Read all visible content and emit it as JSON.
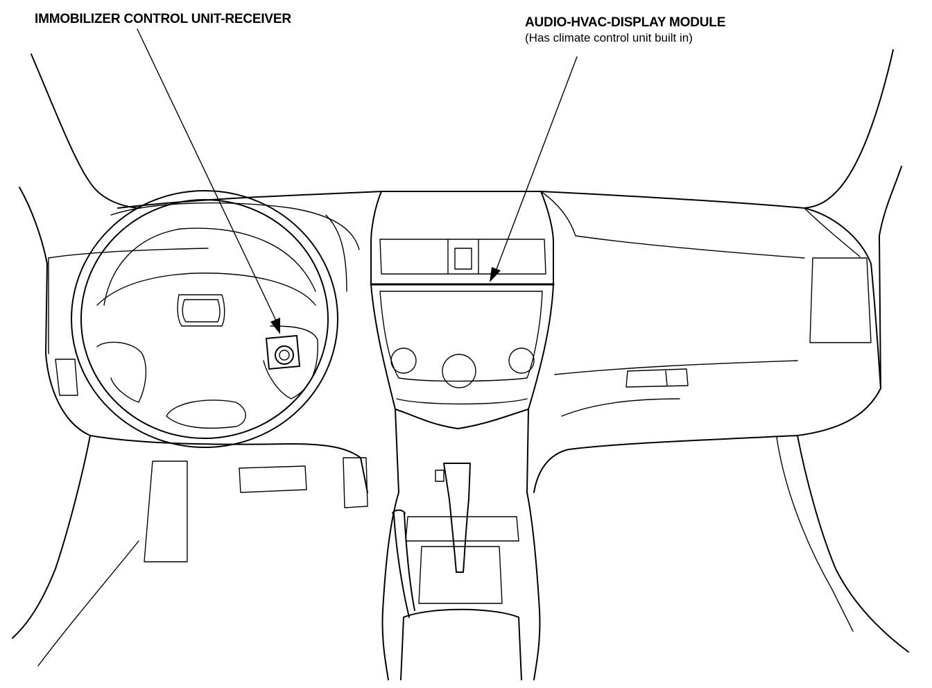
{
  "labels": {
    "immobilizer": "IMMOBILIZER CONTROL UNIT-RECEIVER",
    "audio_module": "AUDIO-HVAC-DISPLAY MODULE",
    "audio_module_note": "(Has climate control unit built in)"
  },
  "colors": {
    "line": "#000000",
    "background": "#ffffff"
  }
}
